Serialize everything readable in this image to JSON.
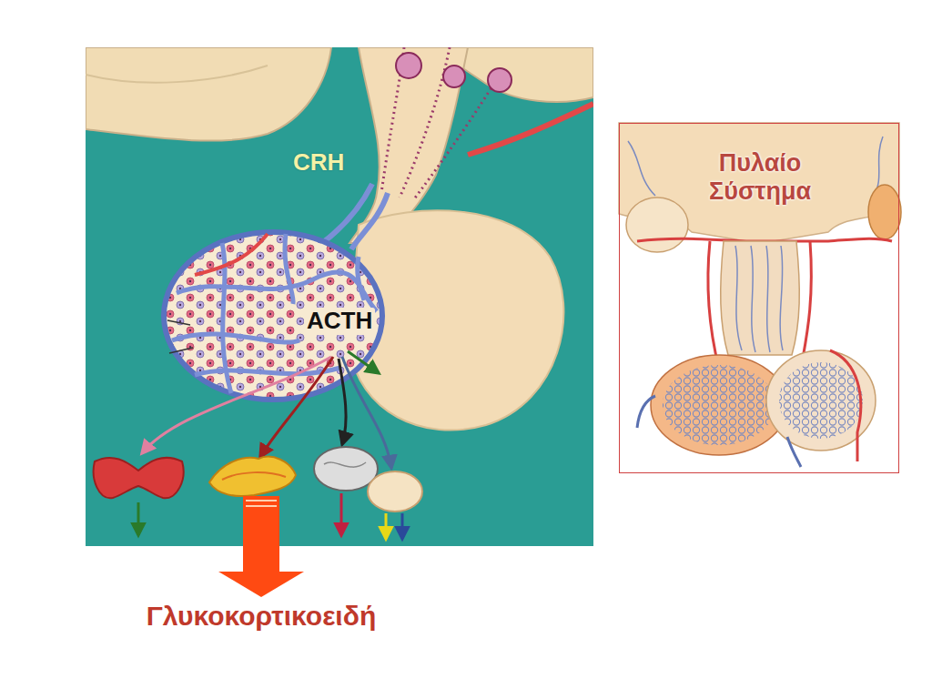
{
  "diagram": {
    "nodes": [
      {
        "text": [
          "CRH",
          "ACTH"
        ]
      },
      {
        "text": [
          "Πυλαίο Σύστημα"
        ]
      }
    ],
    "labels": [
      "Γλυκοκορτικοειδή"
    ]
  }
}
